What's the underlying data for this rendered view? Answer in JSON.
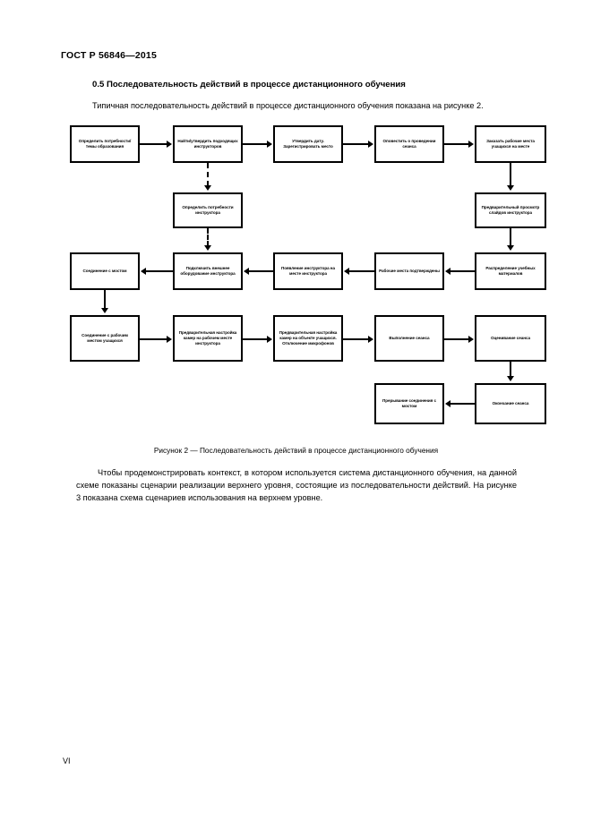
{
  "document": {
    "header": "ГОСТ Р 56846—2015",
    "page_number": "VI",
    "section_title": "0.5 Последовательность действий в процессе дистанционного обучения",
    "intro_paragraph": "Типичная последовательность действий в процессе дистанционного обучения показана на рисунке 2.",
    "figure_caption": "Рисунок 2 — Последовательность действий в процессе дистанционного обучения",
    "body_paragraph": "Чтобы продемонстрировать контекст, в котором используется система дистанционного обучения, на данной схеме показаны сценарии реализации верхнего уровня, состоящие из последовательности действий. На рисунке 3 показана схема сценариев использования на верхнем уровне."
  },
  "figure": {
    "number": 2,
    "type": "flowchart",
    "nodes": [
      {
        "id": "n1",
        "label": "Определить потребности/ темы образования"
      },
      {
        "id": "n2",
        "label": "Найти/утвердить подходящих инструкторов"
      },
      {
        "id": "n3",
        "label": "Утвердить дату. Зарегистрировать место"
      },
      {
        "id": "n4",
        "label": "Оповестить о проведении сеанса"
      },
      {
        "id": "n5",
        "label": "Заказать рабочие места учащихся на месте"
      },
      {
        "id": "n6",
        "label": "Определить потребности инструктора"
      },
      {
        "id": "n7",
        "label": "Предварительный просмотр слайдов инструктора"
      },
      {
        "id": "n8",
        "label": "Соединение с мостом"
      },
      {
        "id": "n9",
        "label": "Подключить внешнее оборудование инструктора"
      },
      {
        "id": "n10",
        "label": "Появление инструктора на месте инструктора"
      },
      {
        "id": "n11",
        "label": "Рабочие места подтверждены"
      },
      {
        "id": "n12",
        "label": "Распределение учебных материалов"
      },
      {
        "id": "n13",
        "label": "Соединение с рабочим местом учащихся"
      },
      {
        "id": "n14",
        "label": "Предварительная настройка камер на рабочем месте инструктора"
      },
      {
        "id": "n15",
        "label": "Предварительная настройка камер на объекте учащихся. Отключение микрофонов"
      },
      {
        "id": "n16",
        "label": "Выполнение сеанса"
      },
      {
        "id": "n17",
        "label": "Оценивание сеанса"
      },
      {
        "id": "n18",
        "label": "Прерывание соединения с мостом"
      },
      {
        "id": "n19",
        "label": "Окончание сеанса"
      }
    ],
    "edges": [
      {
        "from": "n1",
        "to": "n2",
        "style": "solid",
        "dir": "right"
      },
      {
        "from": "n2",
        "to": "n3",
        "style": "solid",
        "dir": "right"
      },
      {
        "from": "n3",
        "to": "n4",
        "style": "solid",
        "dir": "right"
      },
      {
        "from": "n4",
        "to": "n5",
        "style": "solid",
        "dir": "right"
      },
      {
        "from": "n2",
        "to": "n6",
        "style": "dashed",
        "dir": "down"
      },
      {
        "from": "n6",
        "to": "n9",
        "style": "dashed",
        "dir": "down"
      },
      {
        "from": "n5",
        "to": "n7",
        "style": "solid",
        "dir": "down"
      },
      {
        "from": "n7",
        "to": "n12",
        "style": "solid",
        "dir": "down"
      },
      {
        "from": "n12",
        "to": "n11",
        "style": "solid",
        "dir": "left"
      },
      {
        "from": "n11",
        "to": "n10",
        "style": "solid",
        "dir": "left"
      },
      {
        "from": "n10",
        "to": "n9",
        "style": "solid",
        "dir": "left"
      },
      {
        "from": "n9",
        "to": "n8",
        "style": "solid",
        "dir": "left"
      },
      {
        "from": "n8",
        "to": "n13",
        "style": "solid",
        "dir": "down"
      },
      {
        "from": "n13",
        "to": "n14",
        "style": "solid",
        "dir": "right"
      },
      {
        "from": "n14",
        "to": "n15",
        "style": "solid",
        "dir": "right"
      },
      {
        "from": "n15",
        "to": "n16",
        "style": "solid",
        "dir": "right"
      },
      {
        "from": "n16",
        "to": "n17",
        "style": "solid",
        "dir": "right"
      },
      {
        "from": "n17",
        "to": "n19",
        "style": "solid",
        "dir": "down"
      },
      {
        "from": "n19",
        "to": "n18",
        "style": "solid",
        "dir": "left"
      }
    ]
  }
}
